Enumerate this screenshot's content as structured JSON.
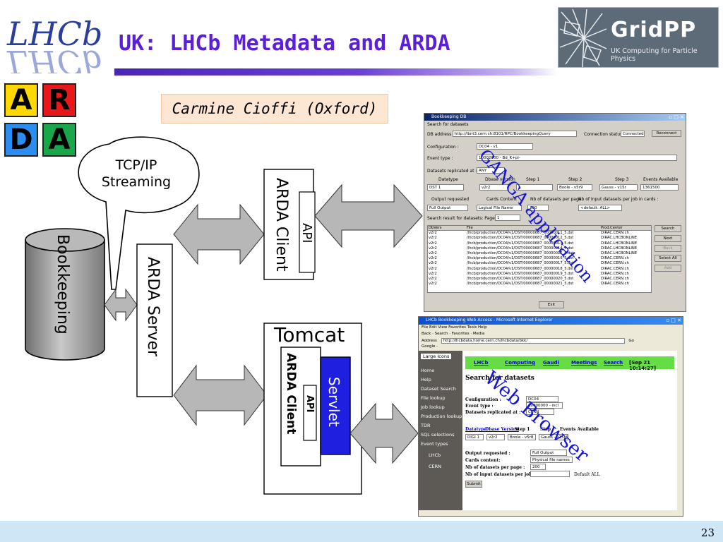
{
  "slide": {
    "title": "UK: LHCb Metadata and ARDA",
    "author": "Carmine Cioffi (Oxford)",
    "page_number": "23"
  },
  "logos": {
    "lhcb_word": "LHCb",
    "gridpp_brand": "GridPP",
    "gridpp_tagline": "UK Computing for Particle Physics",
    "arda_letters": [
      "A",
      "R",
      "D",
      "A"
    ],
    "arda_colors": [
      "#ffd800",
      "#e8181a",
      "#2b8df0",
      "#1aa64a"
    ]
  },
  "diagram": {
    "bookkeeping": "Bookkeeping",
    "tcpip": "TCP/IP",
    "streaming": "Streaming",
    "arda_server": "ARDA Server",
    "arda_client": "ARDA Client",
    "api": "API",
    "tomcat": "Tomcat",
    "servlet": "Servlet",
    "ganga_caption": "GANGA application",
    "browser_caption": "Web Browser"
  },
  "ganga_window": {
    "title": "Bookkeeping DB",
    "heading": "Search for datasets",
    "db_label": "DB address :",
    "db_value": "http://lbnt3.cern.ch:8101/RPC/BookkeepingQuery",
    "conn_label": "Connection status :",
    "conn_value": "Connected",
    "reconnect": "Reconnect",
    "configuration_label": "Configuration :",
    "configuration_value": "DC04 - v1",
    "event_type_label": "Event type :",
    "event_type_value": "10002000 - Bd_K+pi-",
    "replicated_label": "Datasets replicated at :",
    "replicated_value": "ANY",
    "datatype_label": "Datatype",
    "datatype_value": "DST 1",
    "dbase_label": "Dbase version",
    "dbase_value": "v2r2",
    "step1_label": "Step 1",
    "step2_label": "Step 2",
    "step2_value": "Boole - v5r9",
    "step3_label": "Step 3",
    "step3_value": "Gauss - v15r",
    "events_label": "Events Available",
    "events_value": "1361500",
    "output_label": "Output requested",
    "output_value": "Full Output",
    "cards_label": "Cards Content",
    "cards_value": "Logical File Name",
    "per_page_label": "Nb of datasets per page",
    "per_page_value": "200",
    "per_job_label": "Nb of input datasets per job in cards :",
    "per_job_value": "<default: ALL>",
    "result_label": "Search result for datasets: Page No :",
    "result_page": "1",
    "columns": [
      "DbVers",
      "File",
      "Prod.Center"
    ],
    "rows": [
      [
        "v2r2",
        "/lhcb/production/DC04/v1/DST/00000687_00000011_5.dst",
        "DIRAC.CERN.ch"
      ],
      [
        "v2r2",
        "/lhcb/production/DC04/v1/DST/00000687_00000012_5.dst",
        "DIRAC.LHCBONLINE"
      ],
      [
        "v2r2",
        "/lhcb/production/DC04/v1/DST/00000687_00000013_5.dst",
        "DIRAC.LHCBONLINE"
      ],
      [
        "v2r2",
        "/lhcb/production/DC04/v1/DST/00000687_00000014_5.dst",
        "DIRAC.LHCBONLINE"
      ],
      [
        "v2r2",
        "/lhcb/production/DC04/v1/DST/00000687_00000015_5.dst",
        "DIRAC.LHCBONLINE"
      ],
      [
        "v2r2",
        "/lhcb/production/DC04/v1/DST/00000687_00000016_5.dst",
        "DIRAC.CERN.ch"
      ],
      [
        "v2r2",
        "/lhcb/production/DC04/v1/DST/00000687_00000017_5.dst",
        "DIRAC.CERN.ch"
      ],
      [
        "v2r2",
        "/lhcb/production/DC04/v1/DST/00000687_00000018_5.dst",
        "DIRAC.CERN.ch"
      ],
      [
        "v2r2",
        "/lhcb/production/DC04/v1/DST/00000687_00000019_5.dst",
        "DIRAC.CERN.ch"
      ],
      [
        "v2r2",
        "/lhcb/production/DC04/v1/DST/00000687_00000020_5.dst",
        "DIRAC.CERN.ch"
      ],
      [
        "v2r2",
        "/lhcb/production/DC04/v1/DST/00000687_00000021_5.dst",
        "DIRAC.CERN.ch"
      ]
    ],
    "buttons": [
      "Search",
      "Next",
      "Back",
      "Select All",
      "Add"
    ],
    "exit": "Exit"
  },
  "browser_window": {
    "title": "LHCb Bookkeeping Web Access - Microsoft Internet Explorer",
    "menu": "File   Edit   View   Favorites   Tools   Help",
    "toolbar": "Back  ·  Search  ·  Favorites  ·  Media",
    "address_label": "Address",
    "address_value": "http://lhcbdata.home.cern.ch/lhcbdata/bkk/",
    "go": "Go",
    "google_bar": "Google -",
    "large_icons": "Large Icons",
    "sidebar": [
      "Home",
      "Help",
      "Dataset Search",
      "File lookup",
      "Job lookup",
      "Production lookup",
      "TDR",
      "SQL selections",
      "Event types",
      "LHCb",
      "CERN"
    ],
    "nav": [
      "LHCb",
      "Computing",
      "Gaudi",
      "Meetings",
      "Search"
    ],
    "date": "[Sep 21 10:14:27]",
    "heading": "Search for datasets",
    "configuration_label": "Configuration :",
    "configuration_value": "DC04",
    "event_type_label": "Event type :",
    "event_type_value": "10000000 - incl",
    "replicated_label": "Datasets replicated at :",
    "replicated_value": "CERN",
    "datatype_label": "Datatype",
    "dbase_label": "Dbase Version",
    "step1_label": "Step 1",
    "step2_label": "Step",
    "events_label": "Events Available",
    "datatype_value": "DIGI 1",
    "dbase_value": "v2r2",
    "step1_value": "Boole - v5r8",
    "step2_value": "Gauss - v15r8",
    "output_label": "Output requested :",
    "output_value": "Full Output",
    "cards_label": "Cards content:",
    "cards_value": "Physical file names",
    "per_page_label": "Nb of datasets per page :",
    "per_page_value": "200",
    "per_job_label": "Nb of input datasets per job in cards :",
    "per_job_value": "Default ALL",
    "submit": "Submit"
  }
}
